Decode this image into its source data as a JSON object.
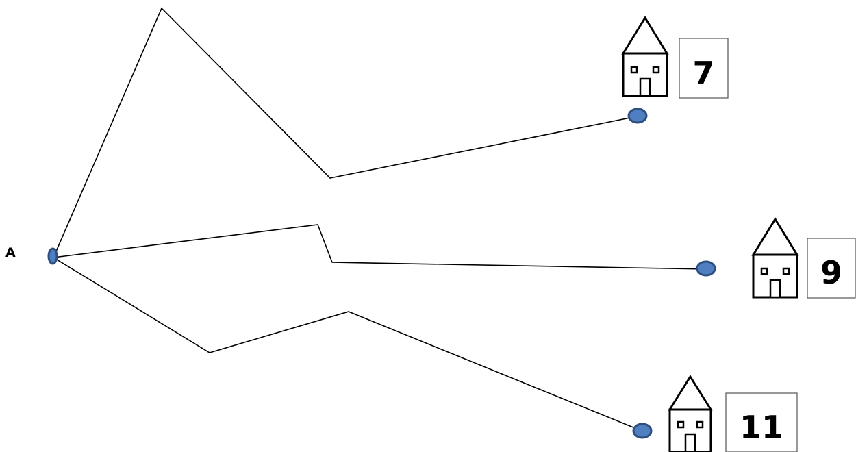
{
  "start": {
    "label": "A"
  },
  "destinations": [
    {
      "id": "top",
      "number": "7"
    },
    {
      "id": "middle",
      "number": "9"
    },
    {
      "id": "bottom",
      "number": "11"
    }
  ],
  "colors": {
    "dot_fill": "#4f7fc0",
    "dot_stroke": "#2c4f80",
    "line": "#000000"
  },
  "icons": {
    "destination_marker": "house-icon"
  }
}
